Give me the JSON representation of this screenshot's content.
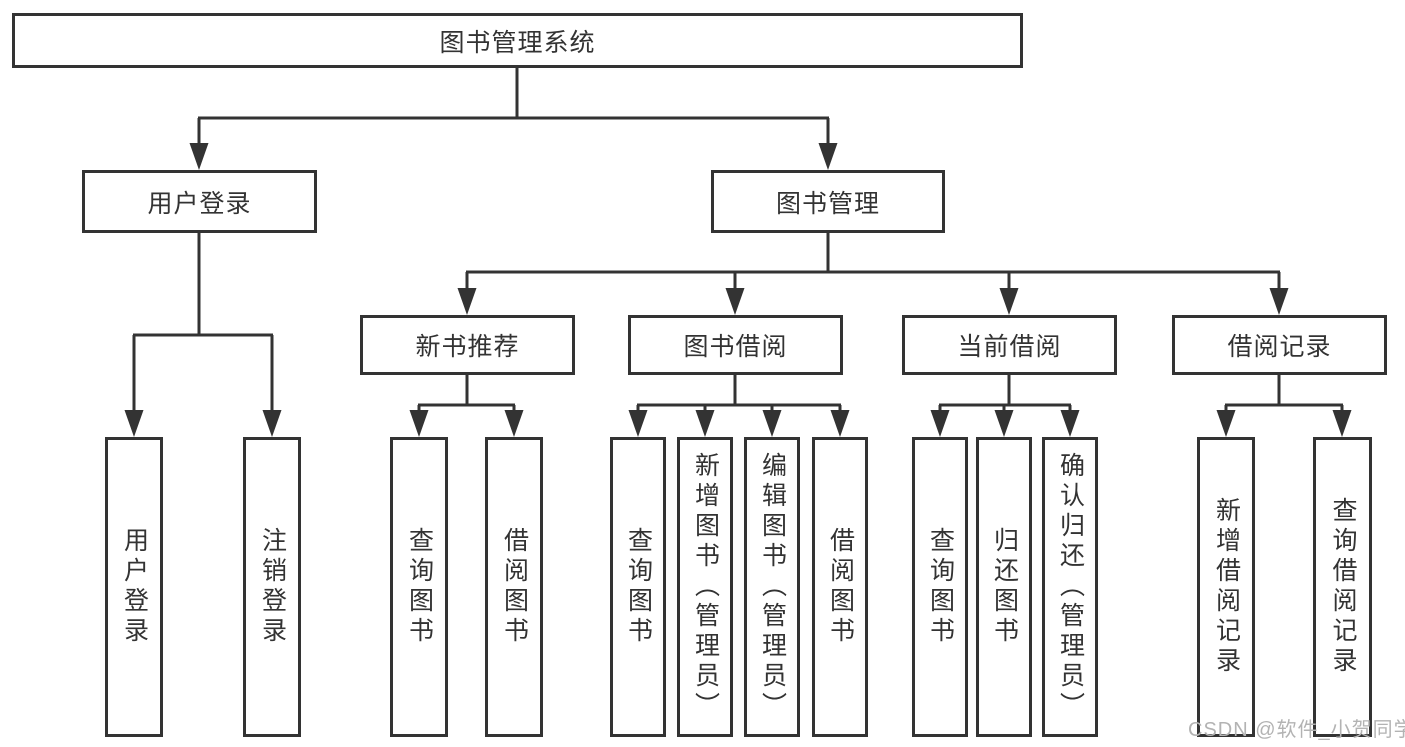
{
  "diagram": {
    "root": {
      "label": "图书管理系统"
    },
    "level2": [
      {
        "label": "用户登录"
      },
      {
        "label": "图书管理"
      }
    ],
    "login_children": [
      {
        "label": "用户登录"
      },
      {
        "label": "注销登录"
      }
    ],
    "mgmt_children": [
      {
        "label": "新书推荐"
      },
      {
        "label": "图书借阅"
      },
      {
        "label": "当前借阅"
      },
      {
        "label": "借阅记录"
      }
    ],
    "new_book_children": [
      {
        "label": "查询图书"
      },
      {
        "label": "借阅图书"
      }
    ],
    "book_borrow_children": [
      {
        "label": "查询图书"
      },
      {
        "label": "新增图书（管理员）"
      },
      {
        "label": "编辑图书（管理员）"
      },
      {
        "label": "借阅图书"
      }
    ],
    "current_borrow_children": [
      {
        "label": "查询图书"
      },
      {
        "label": "归还图书"
      },
      {
        "label": "确认归还（管理员）"
      }
    ],
    "borrow_records_children": [
      {
        "label": "新增借阅记录"
      },
      {
        "label": "查询借阅记录"
      }
    ],
    "colors": {
      "line": "#333333",
      "text": "#333333",
      "box_background": "#ffffff",
      "page_background": "#ffffff",
      "watermark": "#b3b3b3"
    }
  },
  "watermark": {
    "text": "CSDN @软件_小贺同学"
  }
}
